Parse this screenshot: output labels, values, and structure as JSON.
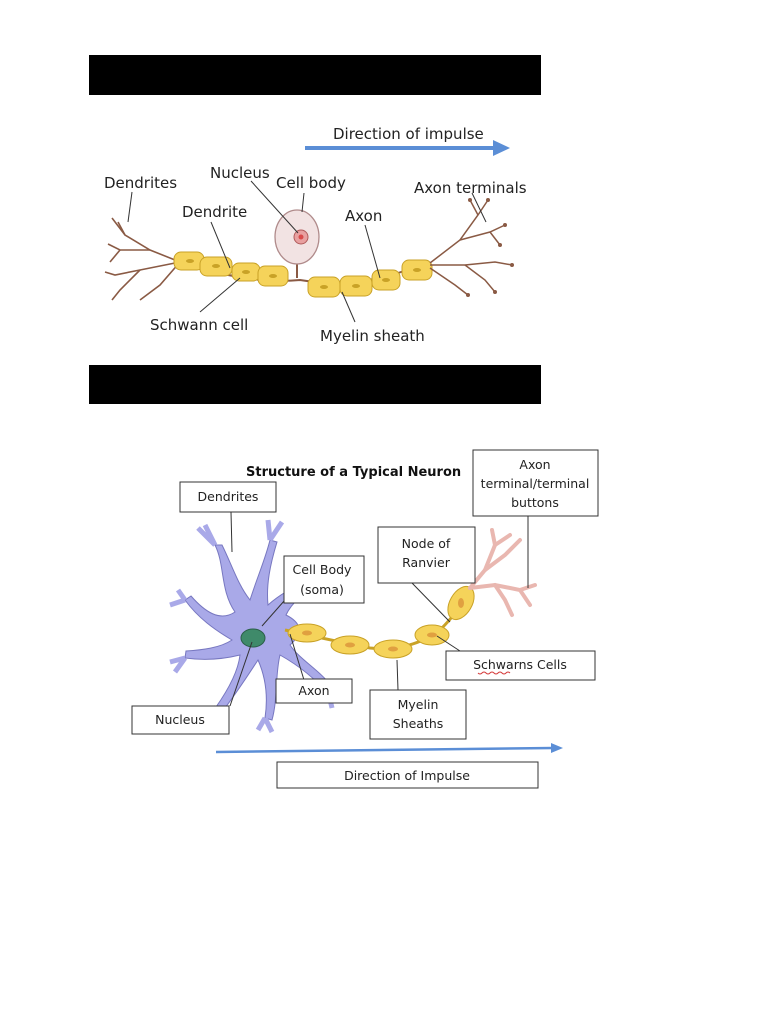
{
  "figure1": {
    "arrow_label": "Direction of impulse",
    "labels": {
      "dendrites": "Dendrites",
      "nucleus": "Nucleus",
      "cell_body": "Cell body",
      "axon_terminals": "Axon terminals",
      "dendrite": "Dendrite",
      "axon": "Axon",
      "schwann_cell": "Schwann cell",
      "myelin_sheath": "Myelin sheath"
    }
  },
  "figure2": {
    "title": "Structure of a Typical Neuron",
    "labels": {
      "dendrites": "Dendrites",
      "axon_terminal_1": "Axon",
      "axon_terminal_2": "terminal/terminal",
      "axon_terminal_3": "buttons",
      "node_1": "Node of",
      "node_2": "Ranvier",
      "cell_body_1": "Cell Body",
      "cell_body_2": "(soma)",
      "schwanns": "Schwarns Cells",
      "axon": "Axon",
      "nucleus": "Nucleus",
      "myelin_1": "Myelin",
      "myelin_2": "Sheaths",
      "direction": "Direction of Impulse"
    }
  },
  "colors": {
    "arrow": "#5b8ed6",
    "myelin": "#f5d35a",
    "myelin_edge": "#c9a227",
    "cell_body": "#f2e3e3",
    "nucleus_dot": "#d94b4b",
    "neuron_purple": "#a9a9e8",
    "nucleus_green": "#3f8a6a",
    "dendrite_brown": "#8a5a44",
    "terminal_pink": "#e9b7b0"
  }
}
